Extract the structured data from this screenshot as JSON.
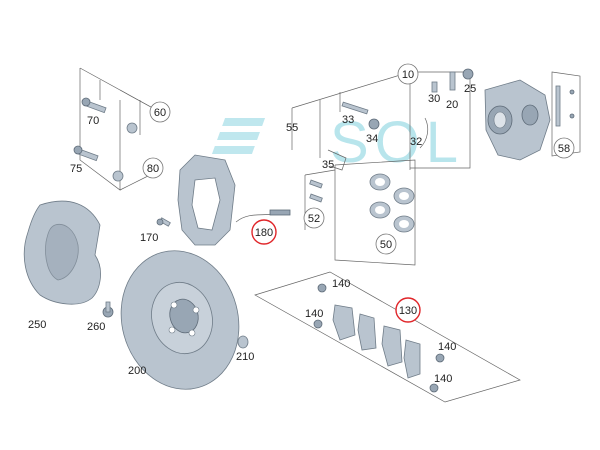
{
  "watermark": "SOL",
  "colors": {
    "highlight": "#e0262a",
    "watermark": "#7fd0dd",
    "part": "#b9c4cf"
  },
  "labels": {
    "l10": "10",
    "l20": "20",
    "l25": "25",
    "l30": "30",
    "l32": "32",
    "l33": "33",
    "l34": "34",
    "l35": "35",
    "l50": "50",
    "l52": "52",
    "l55": "55",
    "l58": "58",
    "l60": "60",
    "l70": "70",
    "l75": "75",
    "l80": "80",
    "l130": "130",
    "l140a": "140",
    "l140b": "140",
    "l140c": "140",
    "l140d": "140",
    "l170": "170",
    "l180": "180",
    "l200": "200",
    "l210": "210",
    "l250": "250",
    "l260": "260"
  }
}
